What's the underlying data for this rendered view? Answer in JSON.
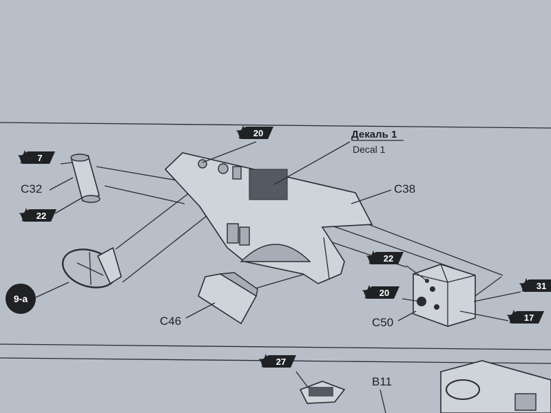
{
  "step": {
    "number": "9-a"
  },
  "decal": {
    "ru": "Декаль 1",
    "en": "Decal 1"
  },
  "labels": {
    "steering_column": "C32",
    "dashboard": "C38",
    "pedal_block": "C46",
    "instrument_box": "C50",
    "next_part": "B11"
  },
  "badges": {
    "top": "20",
    "steering_top": "7",
    "steering_bottom": "22",
    "box_top": "22",
    "box_left": "20",
    "box_right": "31",
    "box_bottom": "17",
    "next_step": "27"
  },
  "colors": {
    "paper": "#b9bfc8",
    "ink": "#2a2c30",
    "badge": "#1f2125"
  }
}
